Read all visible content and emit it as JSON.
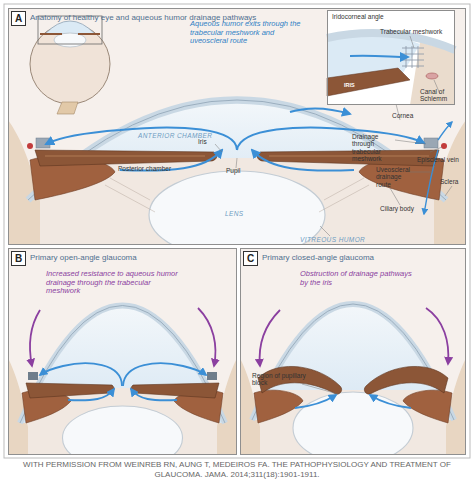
{
  "diagram": {
    "caption": "WITH PERMISSION FROM WEINREB RN, AUNG T, MEDEIROS FA. THE PATHOPHYSIOLOGY AND TREATMENT OF GLAUCOMA. JAMA. 2014;311(18):1901-1911.",
    "nodes": [
      {
        "text": [
          "A",
          "Anatomy of healthy eye and aqueous humor drainage pathways"
        ]
      },
      {
        "text": [
          "Iridocorneal angle"
        ],
        "in": 0
      },
      {
        "text": [
          "B",
          "Primary open-angle glaucoma"
        ]
      },
      {
        "text": [
          "C",
          "Primary closed-angle glaucoma"
        ]
      }
    ],
    "labels": [
      "Aqueous humor exits through the trabecular meshwork and uveoscleral route",
      "Trabecular meshwork",
      "IRIS",
      "Canal of Schlemm",
      "Cornea",
      "ANTERIOR CHAMBER",
      "Posterior chamber",
      "Iris",
      "Pupil",
      "Drainage through trabecular meshwork",
      "Episcleral vein",
      "Uveoscleral drainage route",
      "Sclera",
      "Ciliary body",
      "LENS",
      "VITREOUS HUMOR",
      "Increased resistance to aqueous humor drainage through the trabecular meshwork",
      "Obstruction of drainage pathways by the iris",
      "Region of pupillary block"
    ]
  }
}
